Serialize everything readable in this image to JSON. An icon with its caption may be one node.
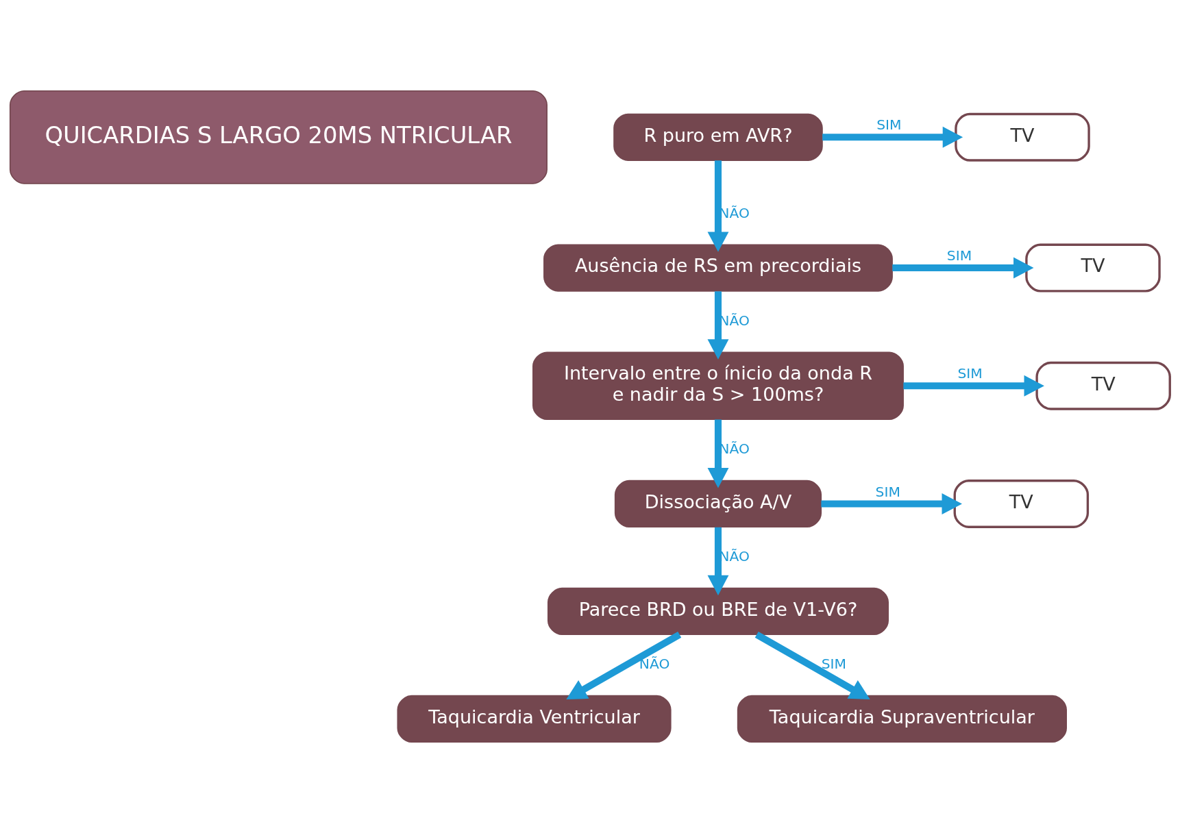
{
  "diagram": {
    "nodes": [
      {
        "text": [
          "QUICARDIAS S LARGO 20MS NTRICULAR"
        ]
      },
      {
        "text": [
          "R puro em AVR?"
        ]
      },
      {
        "text": [
          "TV"
        ]
      },
      {
        "text": [
          "Ausência de RS em precordiais"
        ]
      },
      {
        "text": [
          "TV"
        ]
      },
      {
        "text": [
          "Intervalo entre o ínicio da onda R e nadir da S > 100ms?"
        ]
      },
      {
        "text": [
          "TV"
        ]
      },
      {
        "text": [
          "Dissociação A/V"
        ]
      },
      {
        "text": [
          "TV"
        ]
      },
      {
        "text": [
          "Parece BRD ou BRE de V1-V6?"
        ]
      },
      {
        "text": [
          "Taquicardia Ventricular"
        ]
      },
      {
        "text": [
          "Taquicardia Supraventricular"
        ]
      }
    ],
    "edges": [
      {
        "from": 1,
        "to": 2,
        "arrow": "to",
        "label": "SIM"
      },
      {
        "from": 1,
        "to": 3,
        "arrow": "to",
        "label": "NÃO"
      },
      {
        "from": 3,
        "to": 4,
        "arrow": "to",
        "label": "SIM"
      },
      {
        "from": 3,
        "to": 5,
        "arrow": "to",
        "label": "NÃO"
      },
      {
        "from": 5,
        "to": 6,
        "arrow": "to",
        "label": "SIM"
      },
      {
        "from": 5,
        "to": 7,
        "arrow": "to",
        "label": "NÃO"
      },
      {
        "from": 7,
        "to": 8,
        "arrow": "to",
        "label": "SIM"
      },
      {
        "from": 7,
        "to": 9,
        "arrow": "to",
        "label": "NÃO"
      },
      {
        "from": 9,
        "to": 10,
        "arrow": "to",
        "label": "NÃO"
      },
      {
        "from": 9,
        "to": 11,
        "arrow": "to",
        "label": "SIM"
      }
    ]
  }
}
